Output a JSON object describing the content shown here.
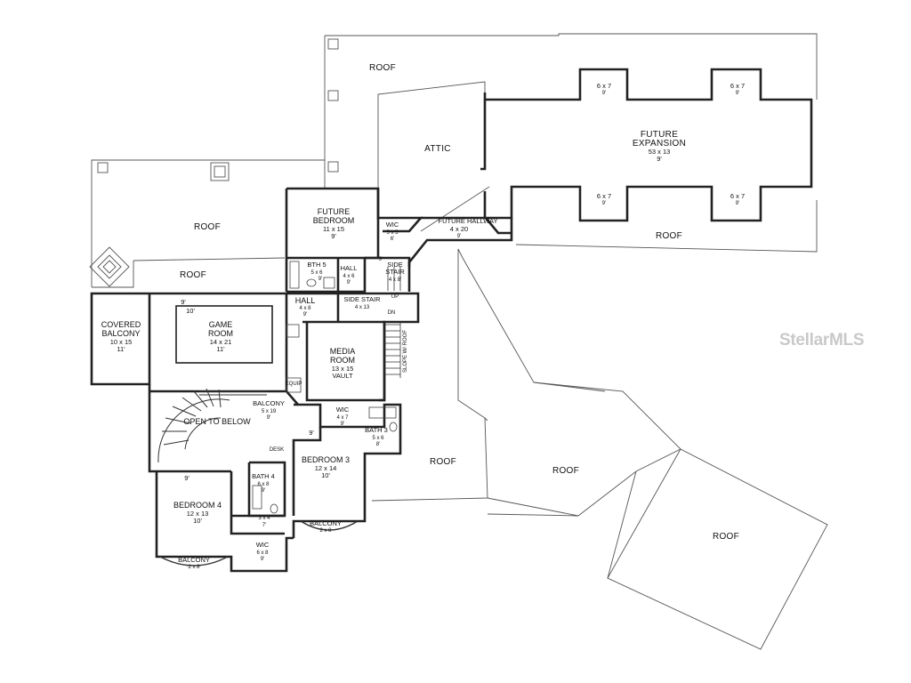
{
  "watermark": "StellarMLS",
  "rooms": {
    "roof_top": "ROOF",
    "roof_left": "ROOF",
    "roof_mid_left": "ROOF",
    "roof_right_top": "ROOF",
    "roof_center": "ROOF",
    "roof_center_right": "ROOF",
    "roof_far_right": "ROOF",
    "attic": "ATTIC",
    "future_expansion": {
      "name_line1": "FUTURE",
      "name_line2": "EXPANSION",
      "dims": "53 x 13",
      "height": "9'"
    },
    "bump_tl": {
      "dims": "6 x 7",
      "height": "9'"
    },
    "bump_tr": {
      "dims": "6 x 7",
      "height": "9'"
    },
    "bump_bl": {
      "dims": "6 x 7",
      "height": "9'"
    },
    "bump_br": {
      "dims": "6 x 7",
      "height": "9'"
    },
    "future_bedroom": {
      "name_line1": "FUTURE",
      "name_line2": "BEDROOM",
      "dims": "11 x 15",
      "height": "9'"
    },
    "wic_top": {
      "name": "WIC",
      "dims": "5 x 5",
      "height": "6'"
    },
    "future_hallway": {
      "name": "FUTURE HALLWAY",
      "dims": "4 x 20",
      "height": "9'"
    },
    "bath5": {
      "name": "BTH 5",
      "dims": "5 x 6",
      "height": "9'"
    },
    "hall_upper": {
      "name": "HALL",
      "dims": "4 x 6",
      "height": "9'"
    },
    "side_stair_right": {
      "name_line1": "SIDE",
      "name_line2": "STAIR",
      "dims": "4 x 8'",
      "height": "9'"
    },
    "hall_lower": {
      "name": "HALL",
      "dims": "4 x 8",
      "height": "9'"
    },
    "side_stair_mid": {
      "name": "SIDE STAIR",
      "dims": "4 x 13"
    },
    "slope_roof": "SLOPE W/ ROOF",
    "covered_balcony": {
      "name_line1": "COVERED",
      "name_line2": "BALCONY",
      "dims": "10 x 15",
      "height": "11'"
    },
    "game_room": {
      "name_line1": "GAME",
      "name_line2": "ROOM",
      "dims": "14 x 21",
      "height": "11'",
      "ceiling_9": "9'",
      "ceiling_10": "10'"
    },
    "media_room": {
      "name_line1": "MEDIA",
      "name_line2": "ROOM",
      "dims": "13 x 15",
      "vault": "VAULT"
    },
    "open_to_below": "OPEN TO BELOW",
    "balcony_inner": {
      "name": "BALCONY",
      "dims": "5 x 19",
      "height": "9'"
    },
    "wic_mid": {
      "name": "WIC",
      "dims": "4 x 7",
      "height": "9'"
    },
    "bath3": {
      "name": "BATH 3",
      "dims": "5 x 6",
      "height": "8'"
    },
    "bedroom3": {
      "name": "BEDROOM 3",
      "dims": "12 x 14",
      "height": "10'",
      "ceiling": "9'"
    },
    "bath4": {
      "name": "BATH 4",
      "dims": "6 x 8",
      "height": "9'"
    },
    "bedroom4": {
      "name": "BEDROOM 4",
      "dims": "12 x 13",
      "height": "10'",
      "ceiling": "9'"
    },
    "closet_small": {
      "dims": "3 x 4",
      "height": "7'"
    },
    "wic_bottom": {
      "name": "WIC",
      "dims": "6 x 8",
      "height": "9'"
    },
    "balcony_b3": {
      "name": "BALCONY",
      "dims": "2 x 8"
    },
    "balcony_b4": {
      "name": "BALCONY",
      "dims": "2 x 8"
    },
    "desk": "DESK",
    "equip": "EQUIP",
    "up": "UP",
    "dn": "DN"
  }
}
